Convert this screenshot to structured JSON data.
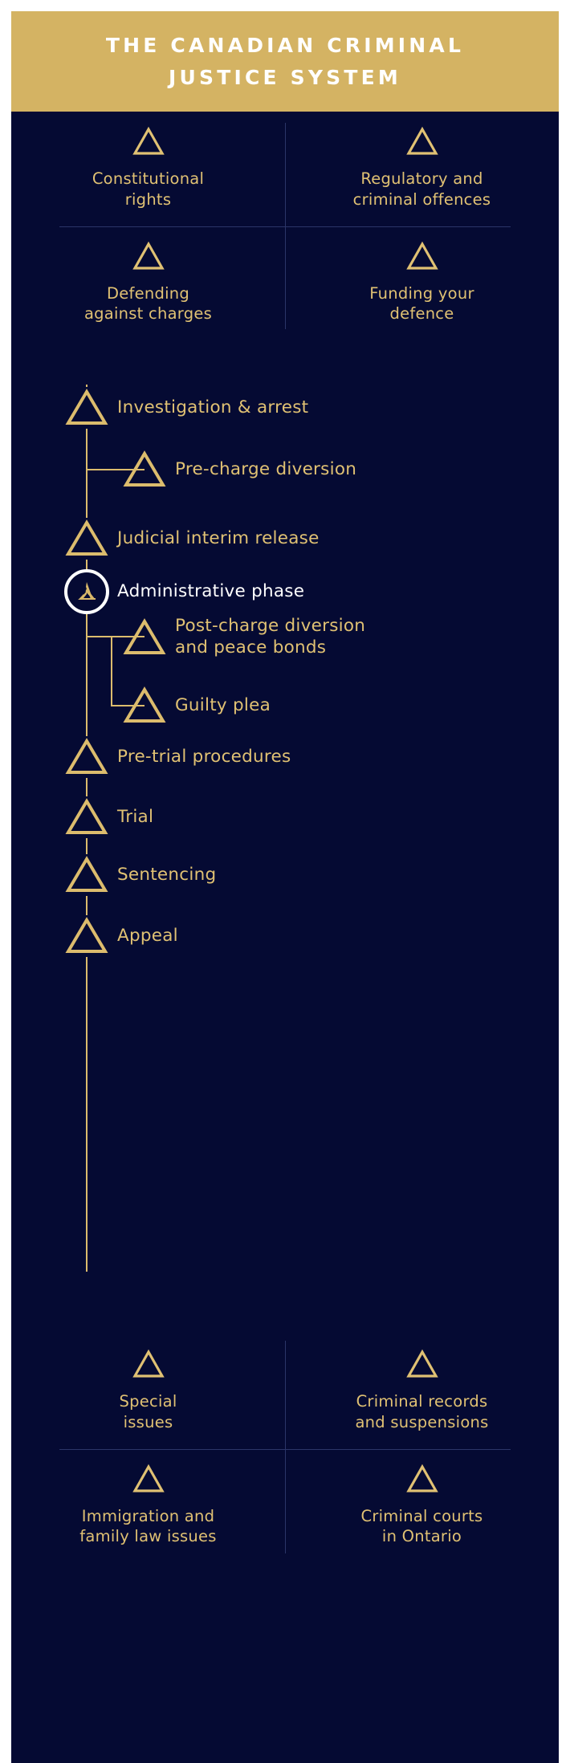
{
  "colors": {
    "page_background": "#ffffff",
    "panel_background": "#050a33",
    "header_background": "#d4b363",
    "header_text": "#ffffff",
    "gold_accent": "#e0c173",
    "line_gold": "#dcbc6d",
    "divider": "#2b3568",
    "active_text": "#ffffff",
    "active_ring": "#ffffff"
  },
  "header": {
    "title": "THE CANADIAN CRIMINAL\nJUSTICE SYSTEM"
  },
  "top_grid": {
    "cells": [
      {
        "icon": "triangle-icon",
        "label": "Constitutional\nrights"
      },
      {
        "icon": "triangle-icon",
        "label": "Regulatory and\ncriminal offences"
      },
      {
        "icon": "triangle-icon",
        "label": "Defending\nagainst charges"
      },
      {
        "icon": "triangle-icon",
        "label": "Funding your\ndefence"
      }
    ]
  },
  "flow": {
    "nodes": [
      {
        "label": "Investigation & arrest",
        "icon": "triangle-icon",
        "level": "main",
        "active": false
      },
      {
        "label": "Pre-charge diversion",
        "icon": "triangle-icon",
        "level": "branch",
        "active": false
      },
      {
        "label": "Judicial interim release",
        "icon": "triangle-icon",
        "level": "main",
        "active": false
      },
      {
        "label": "Administrative phase",
        "icon": "triskelion-logo-icon",
        "level": "main",
        "active": true
      },
      {
        "label": "Post-charge diversion\nand peace bonds",
        "icon": "triangle-icon",
        "level": "branch",
        "active": false
      },
      {
        "label": "Guilty plea",
        "icon": "triangle-icon",
        "level": "branch",
        "active": false
      },
      {
        "label": "Pre-trial procedures",
        "icon": "triangle-icon",
        "level": "main",
        "active": false
      },
      {
        "label": "Trial",
        "icon": "triangle-icon",
        "level": "main",
        "active": false
      },
      {
        "label": "Sentencing",
        "icon": "triangle-icon",
        "level": "main",
        "active": false
      },
      {
        "label": "Appeal",
        "icon": "triangle-icon",
        "level": "main",
        "active": false
      }
    ]
  },
  "bottom_grid": {
    "cells": [
      {
        "icon": "triangle-icon",
        "label": "Special\nissues"
      },
      {
        "icon": "triangle-icon",
        "label": "Criminal records\nand suspensions"
      },
      {
        "icon": "triangle-icon",
        "label": "Immigration and\nfamily law issues"
      },
      {
        "icon": "triangle-icon",
        "label": "Criminal courts\nin Ontario"
      }
    ]
  }
}
